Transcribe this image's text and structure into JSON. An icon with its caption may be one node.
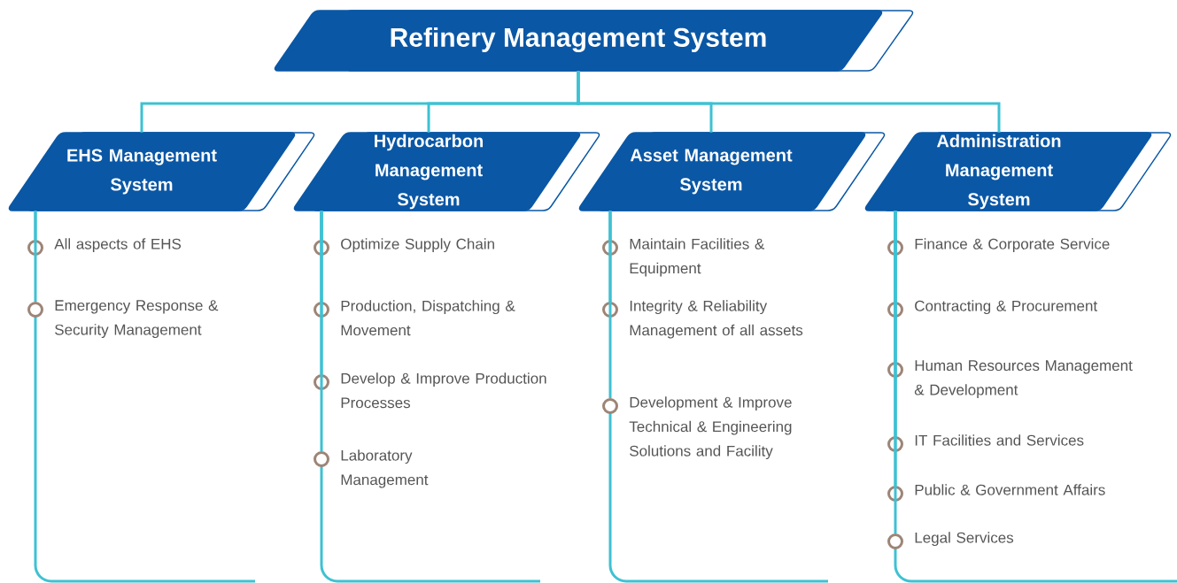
{
  "diagram": {
    "nodes": [
      {
        "text": [
          "Refinery Management System"
        ]
      },
      {
        "text": [
          "EHS Management System"
        ]
      },
      {
        "text": [
          "Hydrocarbon Management System"
        ]
      },
      {
        "text": [
          "Asset Management System"
        ]
      },
      {
        "text": [
          "Administration Management System"
        ]
      },
      {
        "text": [
          "All aspects of EHS"
        ]
      },
      {
        "text": [
          "Emergency Response & Security Management"
        ]
      },
      {
        "text": [
          "Optimize Supply Chain"
        ]
      },
      {
        "text": [
          "Production, Dispatching & Movement"
        ]
      },
      {
        "text": [
          "Develop & Improve Production Processes"
        ]
      },
      {
        "text": [
          "Laboratory Management"
        ]
      },
      {
        "text": [
          "Maintain Facilities & Equipment"
        ]
      },
      {
        "text": [
          "Integrity & Reliability Management of all assets"
        ]
      },
      {
        "text": [
          "Development & Improve Technical & Engineering Solutions and Facility"
        ]
      },
      {
        "text": [
          "Finance & Corporate Service"
        ]
      },
      {
        "text": [
          "Contracting & Procurement"
        ]
      },
      {
        "text": [
          "Human Resources Management & Development"
        ]
      },
      {
        "text": [
          "IT Facilities and Services"
        ]
      },
      {
        "text": [
          "Public & Government Affairs"
        ]
      },
      {
        "text": [
          "Legal Services"
        ]
      }
    ],
    "edges": [
      {
        "from": 0,
        "to": 1,
        "arrow": "none"
      },
      {
        "from": 0,
        "to": 2,
        "arrow": "none"
      },
      {
        "from": 0,
        "to": 3,
        "arrow": "none"
      },
      {
        "from": 0,
        "to": 4,
        "arrow": "none"
      },
      {
        "from": 1,
        "to": 5,
        "arrow": "none"
      },
      {
        "from": 1,
        "to": 6,
        "arrow": "none"
      },
      {
        "from": 2,
        "to": 7,
        "arrow": "none"
      },
      {
        "from": 2,
        "to": 8,
        "arrow": "none"
      },
      {
        "from": 2,
        "to": 9,
        "arrow": "none"
      },
      {
        "from": 2,
        "to": 10,
        "arrow": "none"
      },
      {
        "from": 3,
        "to": 11,
        "arrow": "none"
      },
      {
        "from": 3,
        "to": 12,
        "arrow": "none"
      },
      {
        "from": 3,
        "to": 13,
        "arrow": "none"
      },
      {
        "from": 4,
        "to": 14,
        "arrow": "none"
      },
      {
        "from": 4,
        "to": 15,
        "arrow": "none"
      },
      {
        "from": 4,
        "to": 16,
        "arrow": "none"
      },
      {
        "from": 4,
        "to": 17,
        "arrow": "none"
      },
      {
        "from": 4,
        "to": 18,
        "arrow": "none"
      },
      {
        "from": 4,
        "to": 19,
        "arrow": "none"
      }
    ]
  }
}
